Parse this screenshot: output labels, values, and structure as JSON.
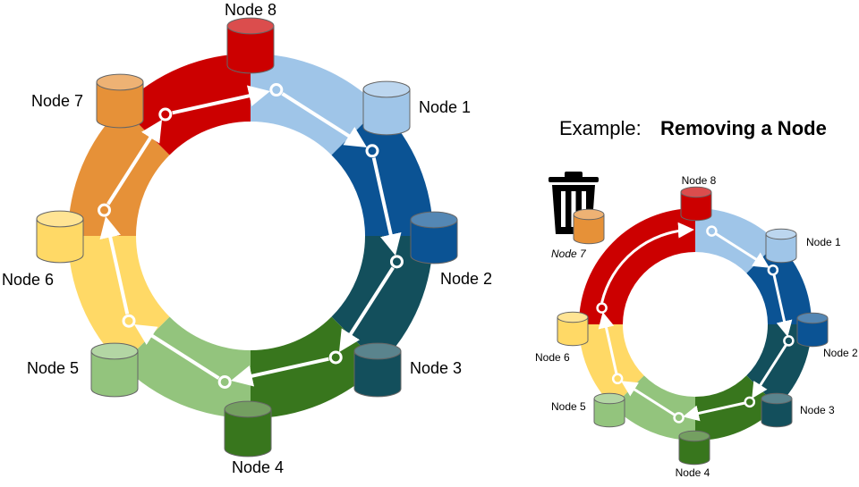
{
  "title": {
    "prefix": "Example:",
    "emphasis": "Removing a Node"
  },
  "main_ring": {
    "labels": {
      "n1": "Node 1",
      "n2": "Node 2",
      "n3": "Node 3",
      "n4": "Node 4",
      "n5": "Node 5",
      "n6": "Node 6",
      "n7": "Node 7",
      "n8": "Node 8"
    }
  },
  "example_ring": {
    "labels": {
      "n1": "Node 1",
      "n2": "Node 2",
      "n3": "Node 3",
      "n4": "Node 4",
      "n5": "Node 5",
      "n6": "Node 6",
      "n8": "Node 8"
    },
    "removed_node_label": "Node 7"
  },
  "colors": {
    "n1": "#9fc5e8",
    "n2": "#0b5394",
    "n3": "#134f5c",
    "n4": "#38761d",
    "n5": "#93c47d",
    "n6": "#ffd966",
    "n7": "#e69138",
    "n8": "#cc0000",
    "trash": "#000000"
  },
  "icons": {
    "removed": "trash-icon",
    "node": "database-cylinder-icon"
  }
}
